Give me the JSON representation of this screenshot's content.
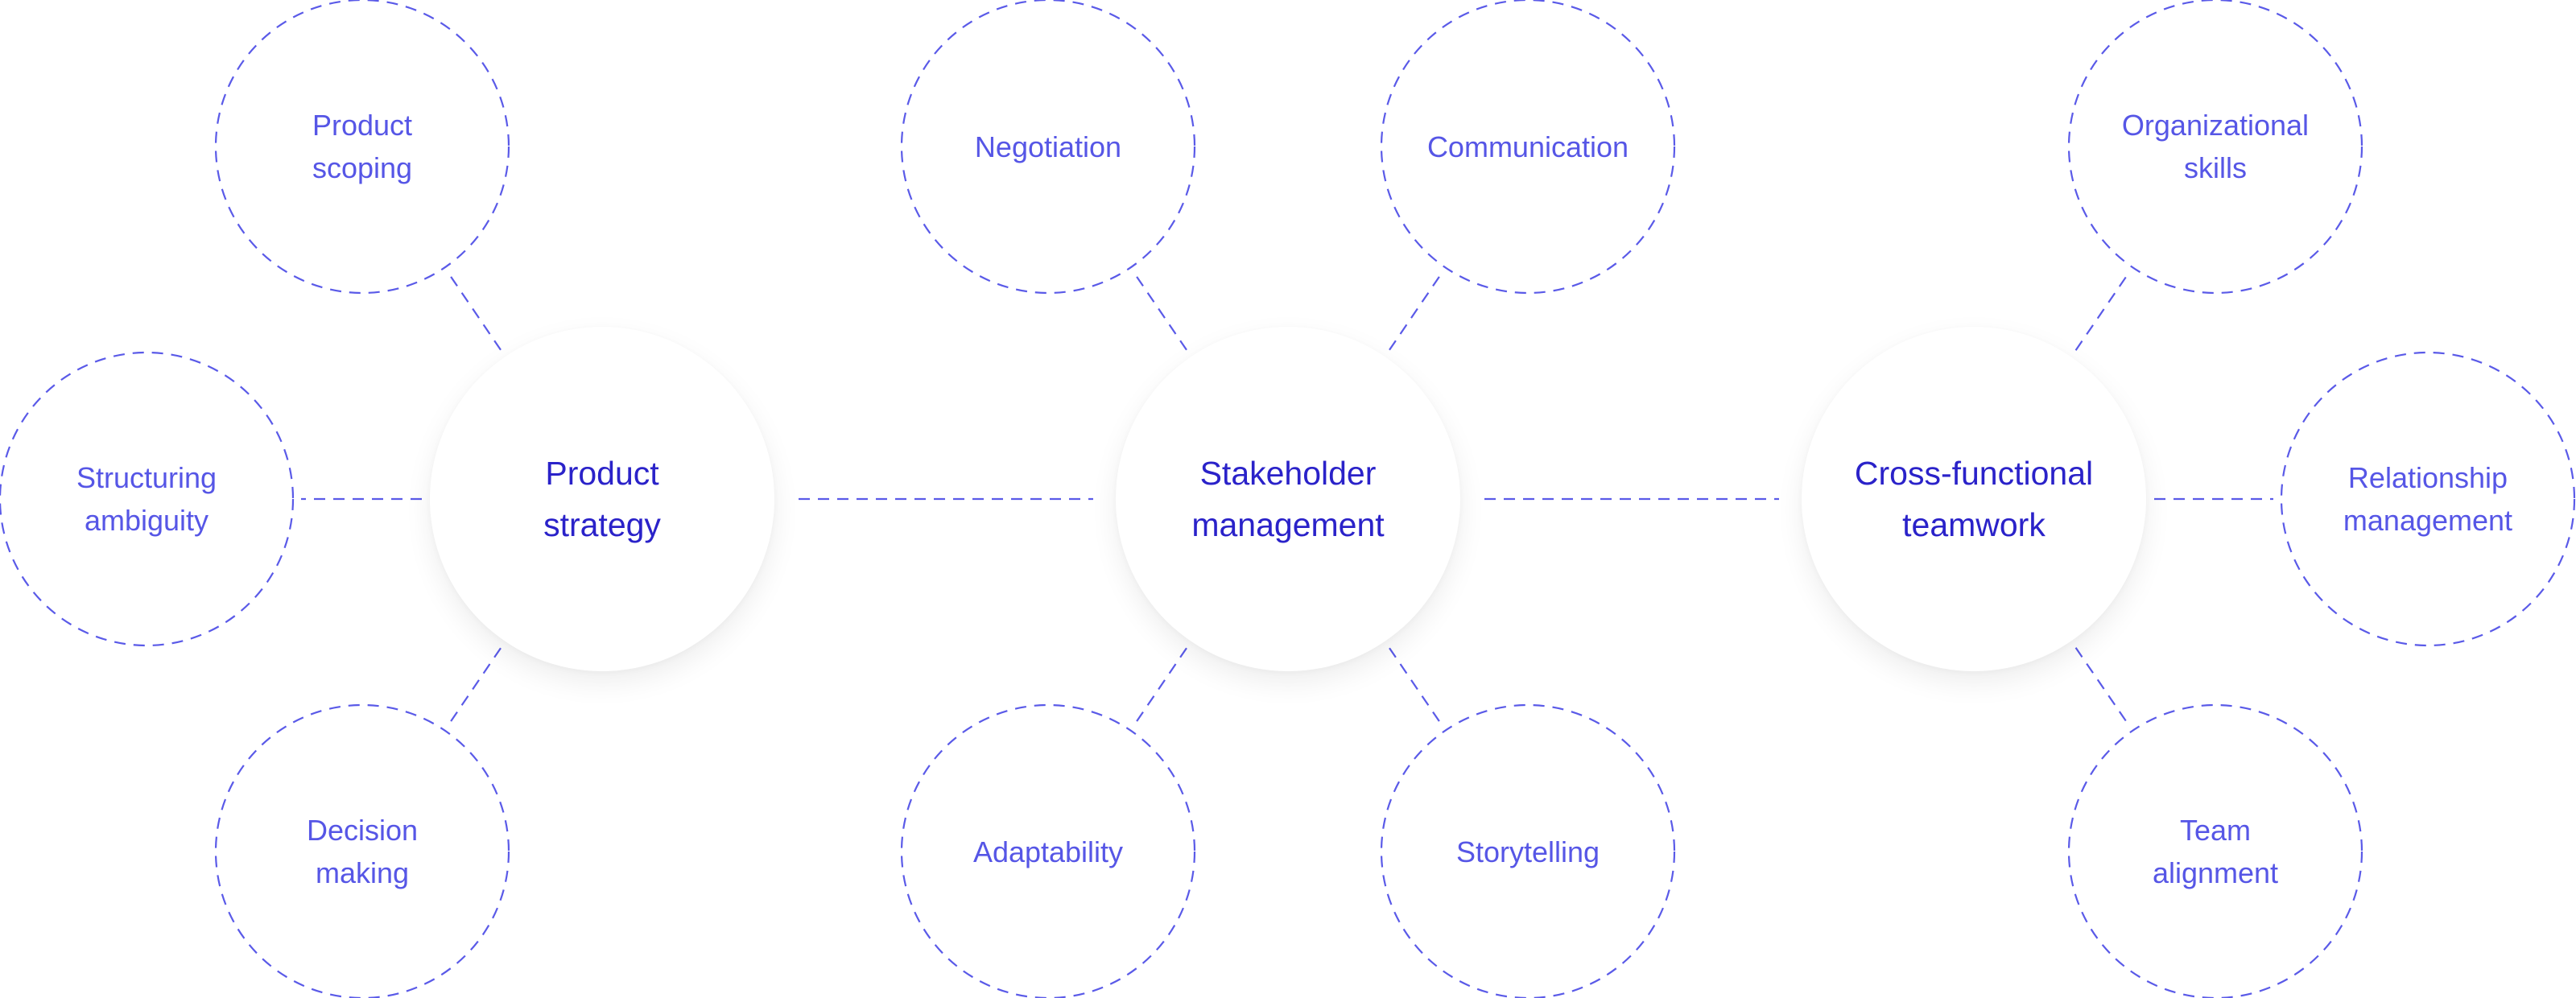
{
  "colors": {
    "hub_text": "#2a22c9",
    "skill_text": "#5656e6",
    "dash": "#5a5ae8"
  },
  "hubs": [
    {
      "lines": [
        "Product",
        "strategy"
      ]
    },
    {
      "lines": [
        "Stakeholder",
        "management"
      ]
    },
    {
      "lines": [
        "Cross-functional",
        "teamwork"
      ]
    }
  ],
  "skills": [
    {
      "hub": 0,
      "lines": [
        "Product",
        "scoping"
      ]
    },
    {
      "hub": 0,
      "lines": [
        "Structuring",
        "ambiguity"
      ]
    },
    {
      "hub": 0,
      "lines": [
        "Decision",
        "making"
      ]
    },
    {
      "hub": 1,
      "lines": [
        "Negotiation"
      ]
    },
    {
      "hub": 1,
      "lines": [
        "Communication"
      ]
    },
    {
      "hub": 1,
      "lines": [
        "Adaptability"
      ]
    },
    {
      "hub": 1,
      "lines": [
        "Storytelling"
      ]
    },
    {
      "hub": 2,
      "lines": [
        "Organizational",
        "skills"
      ]
    },
    {
      "hub": 2,
      "lines": [
        "Relationship",
        "management"
      ]
    },
    {
      "hub": 2,
      "lines": [
        "Team",
        "alignment"
      ]
    }
  ]
}
